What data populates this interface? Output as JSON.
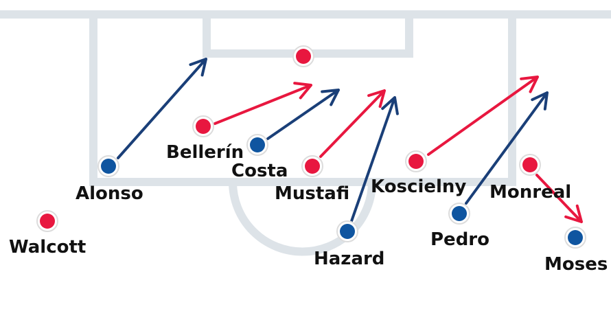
{
  "colors": {
    "red_team": "#e8173f",
    "blue_team": "#0f55a0",
    "red_arrow": "#e8173f",
    "blue_arrow": "#1a3f78",
    "pitch_lines": "#dde3e8",
    "player_ring": "#dcdcdc"
  },
  "players": [
    {
      "name": "Walcott",
      "team": "red"
    },
    {
      "name": "Alonso",
      "team": "blue"
    },
    {
      "name": "Bellerín",
      "team": "red"
    },
    {
      "name": "Costa",
      "team": "blue"
    },
    {
      "name": "Mustafi",
      "team": "red"
    },
    {
      "name": "",
      "team": "red"
    },
    {
      "name": "Hazard",
      "team": "blue"
    },
    {
      "name": "Koscielny",
      "team": "red"
    },
    {
      "name": "Pedro",
      "team": "blue"
    },
    {
      "name": "Monreal",
      "team": "red"
    },
    {
      "name": "Moses",
      "team": "blue"
    }
  ]
}
